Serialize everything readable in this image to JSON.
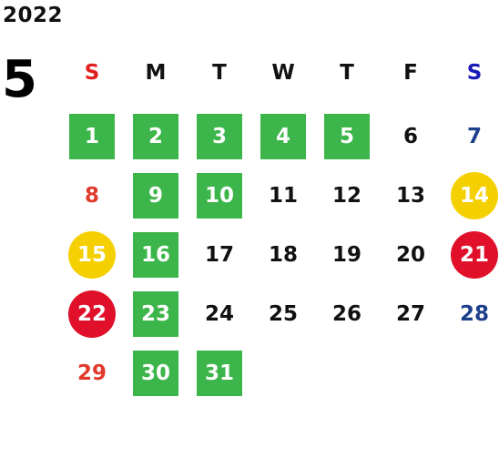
{
  "calendar": {
    "year": "2022",
    "month": "5",
    "weekdays": [
      "S",
      "M",
      "T",
      "W",
      "T",
      "F",
      "S"
    ],
    "weeks": [
      [
        {
          "label": "1",
          "style": "green"
        },
        {
          "label": "2",
          "style": "green"
        },
        {
          "label": "3",
          "style": "green"
        },
        {
          "label": "4",
          "style": "green"
        },
        {
          "label": "5",
          "style": "green"
        },
        {
          "label": "6",
          "style": "plain"
        },
        {
          "label": "7",
          "style": "sat"
        }
      ],
      [
        {
          "label": "8",
          "style": "sun"
        },
        {
          "label": "9",
          "style": "green"
        },
        {
          "label": "10",
          "style": "green"
        },
        {
          "label": "11",
          "style": "plain"
        },
        {
          "label": "12",
          "style": "plain"
        },
        {
          "label": "13",
          "style": "plain"
        },
        {
          "label": "14",
          "style": "yellow"
        }
      ],
      [
        {
          "label": "15",
          "style": "yellow"
        },
        {
          "label": "16",
          "style": "green"
        },
        {
          "label": "17",
          "style": "plain"
        },
        {
          "label": "18",
          "style": "plain"
        },
        {
          "label": "19",
          "style": "plain"
        },
        {
          "label": "20",
          "style": "plain"
        },
        {
          "label": "21",
          "style": "red"
        }
      ],
      [
        {
          "label": "22",
          "style": "red"
        },
        {
          "label": "23",
          "style": "green"
        },
        {
          "label": "24",
          "style": "plain"
        },
        {
          "label": "25",
          "style": "plain"
        },
        {
          "label": "26",
          "style": "plain"
        },
        {
          "label": "27",
          "style": "plain"
        },
        {
          "label": "28",
          "style": "sat"
        }
      ],
      [
        {
          "label": "29",
          "style": "sun"
        },
        {
          "label": "30",
          "style": "green"
        },
        {
          "label": "31",
          "style": "green"
        }
      ]
    ]
  },
  "colors": {
    "green_marker": "#3cb54a",
    "yellow_marker": "#f5d000",
    "red_marker": "#e0102a",
    "sunday_text": "#e03a2c",
    "saturday_text": "#1e3f8c"
  }
}
